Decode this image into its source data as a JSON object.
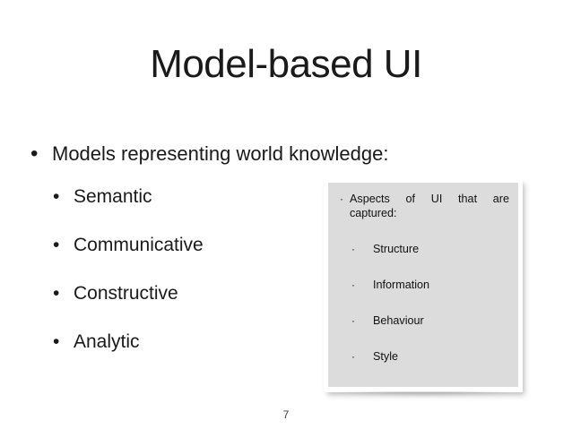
{
  "slide": {
    "title": "Model-based UI",
    "page_number": "7",
    "background_color": "#ffffff",
    "text_color": "#1a1a1a"
  },
  "outline": {
    "bullet_glyph": "•",
    "level1": [
      {
        "text": "Models representing world knowledge:"
      }
    ],
    "level2": [
      {
        "text": "Semantic"
      },
      {
        "text": "Communicative"
      },
      {
        "text": "Constructive"
      },
      {
        "text": "Analytic"
      }
    ]
  },
  "panel": {
    "background_color": "#dcdcdc",
    "frame_color": "#ffffff",
    "bullet_glyph": "·",
    "heading": {
      "line1": "Aspects of UI that are",
      "line2": "captured:"
    },
    "items": [
      {
        "text": "Structure"
      },
      {
        "text": "Information"
      },
      {
        "text": "Behaviour"
      },
      {
        "text": "Style"
      }
    ]
  }
}
